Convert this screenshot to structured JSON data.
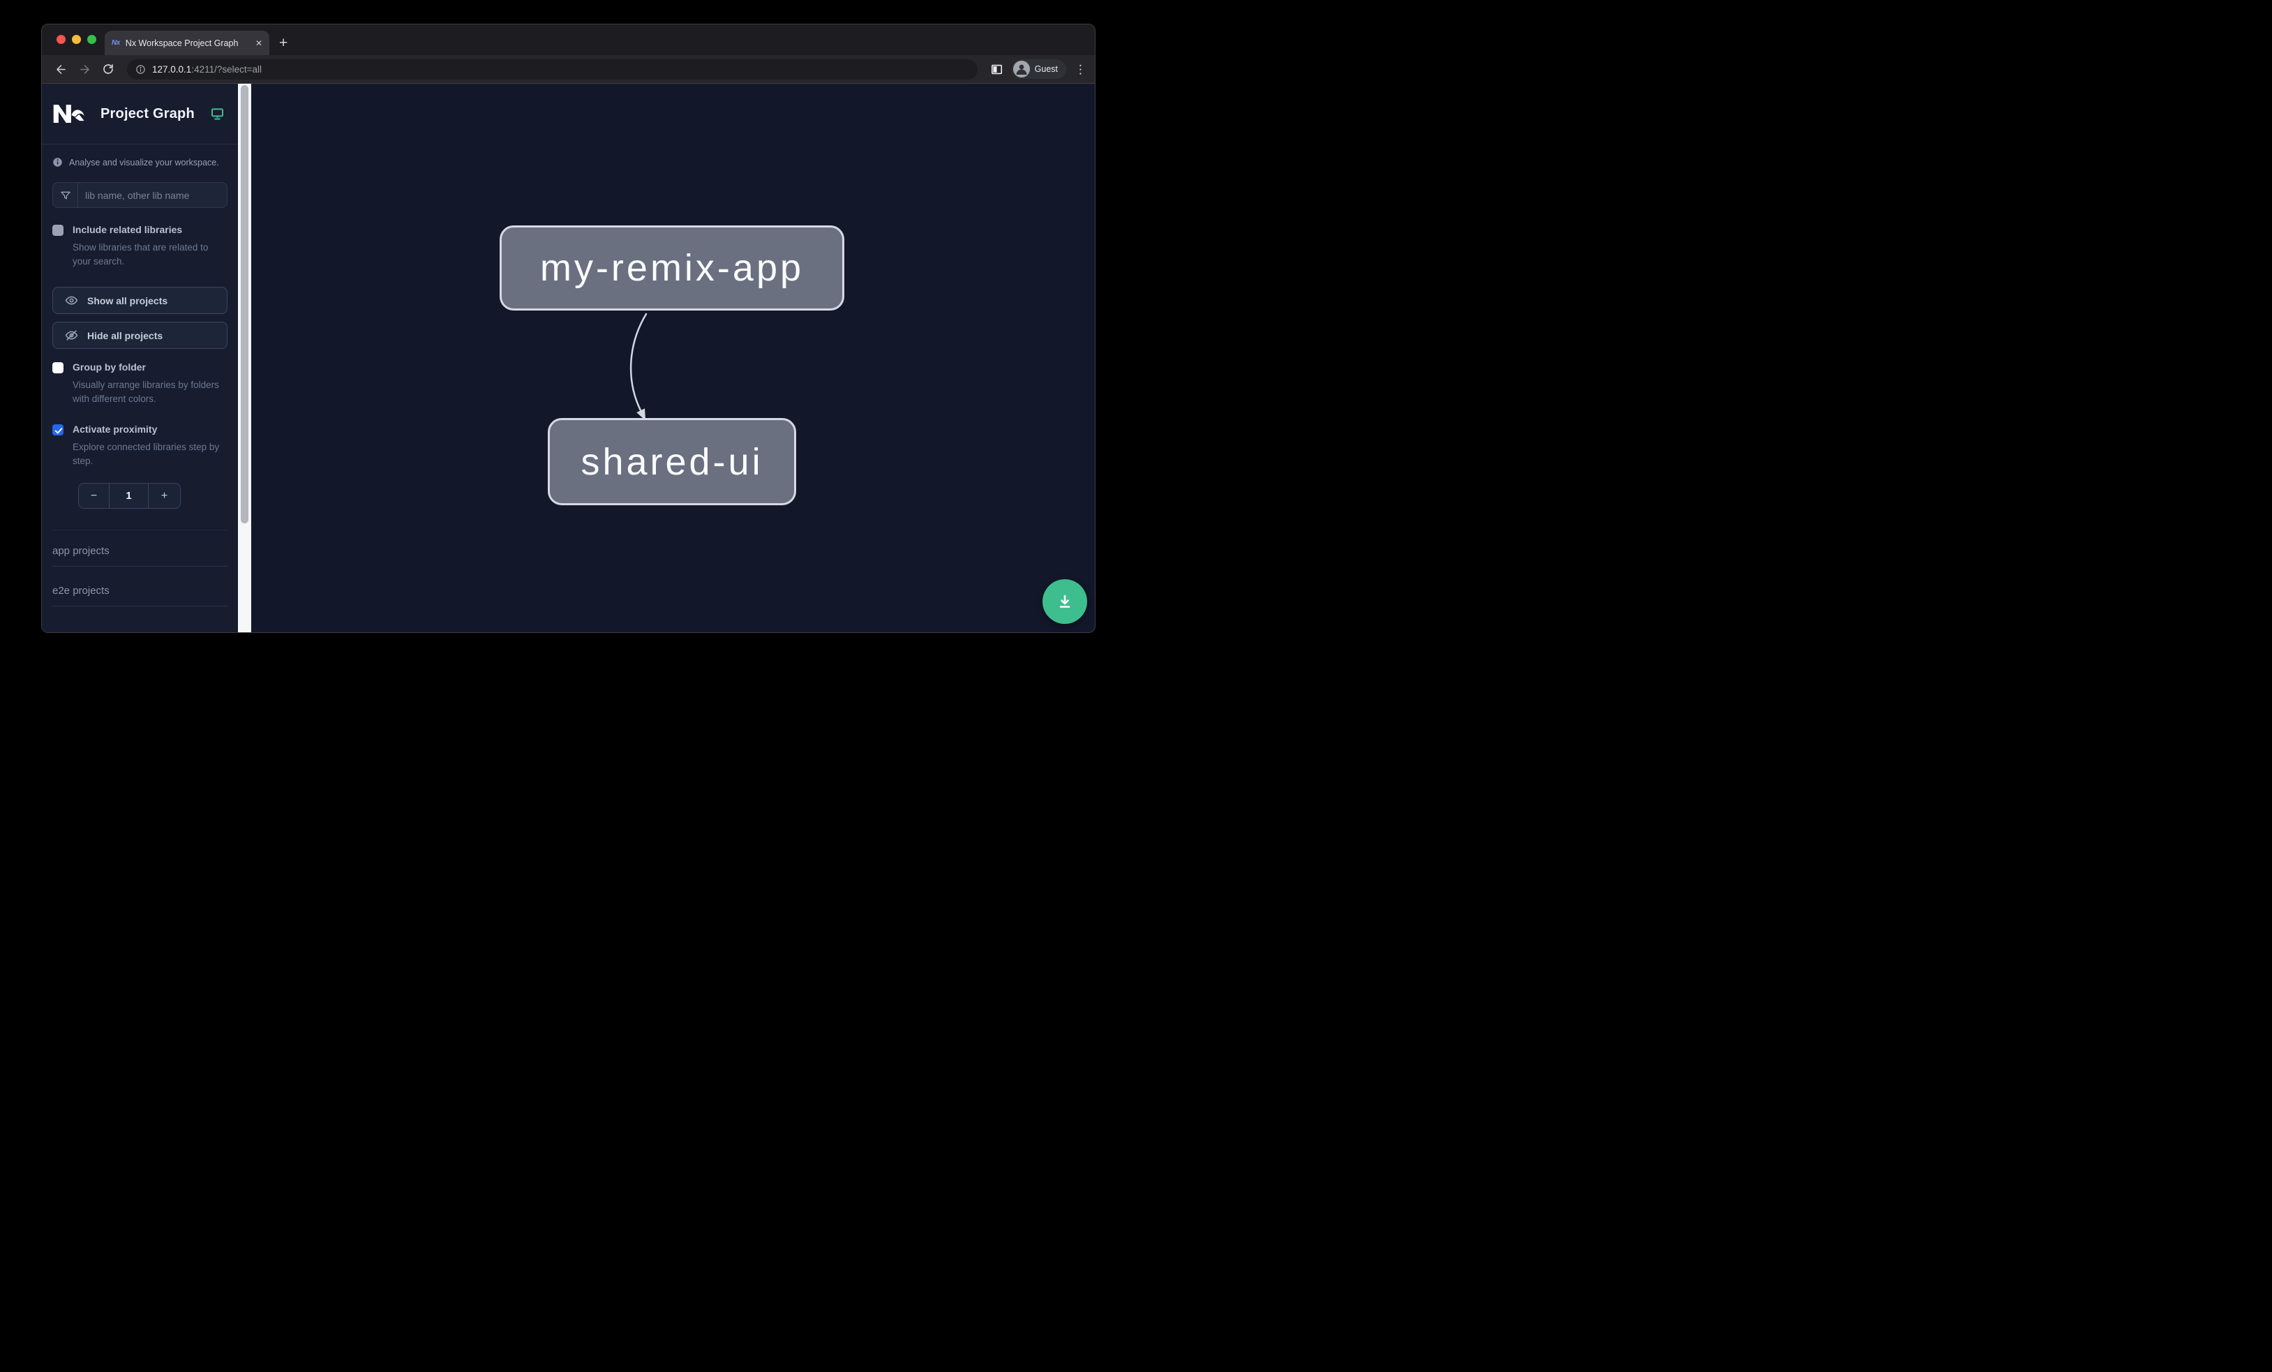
{
  "glyphs": {
    "close": "✕",
    "new_tab": "+",
    "menu": "⋮",
    "decrement": "−",
    "increment": "+"
  },
  "browser": {
    "tab": {
      "title": "Nx Workspace Project Graph"
    },
    "url": {
      "host": "127.0.0.1",
      "rest": ":4211/?select=all"
    },
    "profile_label": "Guest"
  },
  "sidebar": {
    "brand": {
      "title": "Project Graph"
    },
    "tagline": "Analyse and visualize your workspace.",
    "search": {
      "placeholder": "lib name, other lib name"
    },
    "options": [
      {
        "label": "Include related libraries",
        "description": "Show libraries that are related to your search.",
        "checked": false,
        "disabled": true
      },
      {
        "label": "Group by folder",
        "description": "Visually arrange libraries by folders with different colors.",
        "checked": false,
        "disabled": false
      },
      {
        "label": "Activate proximity",
        "description": "Explore connected libraries step by step.",
        "checked": true,
        "disabled": false
      }
    ],
    "actions": [
      {
        "label": "Show all projects"
      },
      {
        "label": "Hide all projects"
      }
    ],
    "proximity_stepper": {
      "value": "1"
    },
    "sections": [
      {
        "label": "app projects"
      },
      {
        "label": "e2e projects"
      }
    ]
  },
  "graph": {
    "nodes": [
      {
        "id": "my-remix-app"
      },
      {
        "id": "shared-ui"
      }
    ],
    "edges": [
      {
        "source": "my-remix-app",
        "target": "shared-ui"
      }
    ]
  },
  "colors": {
    "accent_green": "#3ebe8e",
    "checkbox_blue": "#2566eb",
    "node_fill": "#6b7080",
    "node_border": "#d6d9e0",
    "edge": "#d3d7df",
    "sidebar_bg": "#171c2f",
    "canvas_bg": "#13172a"
  }
}
